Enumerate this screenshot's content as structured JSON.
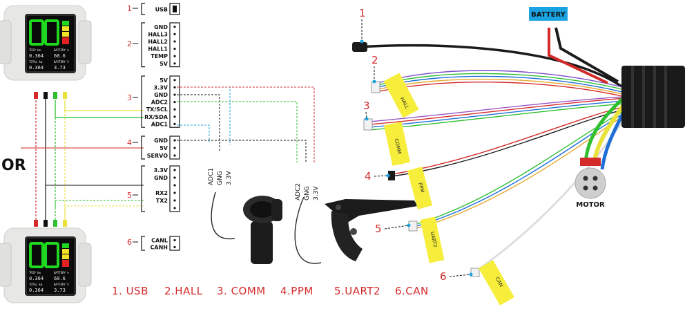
{
  "or_label": "OR",
  "groups": [
    {
      "num": "1",
      "pins": [
        "USB"
      ]
    },
    {
      "num": "2",
      "pins": [
        "GND",
        "HALL3",
        "HALL2",
        "HALL1",
        "TEMP",
        "5V"
      ]
    },
    {
      "num": "3",
      "pins": [
        "5V",
        "3.3V",
        "GND",
        "ADC2",
        "TX/SCL",
        "RX/SDA",
        "ADC1"
      ]
    },
    {
      "num": "4",
      "pins": [
        "GND",
        "5V",
        "SERVO"
      ]
    },
    {
      "num": "5",
      "pins": [
        "3.3V",
        "GND",
        "",
        "RX2",
        "TX2",
        ""
      ]
    },
    {
      "num": "6",
      "pins": [
        "CANL",
        "CANH"
      ]
    }
  ],
  "throttle_labels": [
    "ADC1",
    "GNG",
    "3.3V"
  ],
  "brake_labels": [
    "ADC2",
    "GNG",
    "3.3V"
  ],
  "legend": [
    "1. USB",
    "2.HALL",
    "3. COMM",
    "4.PPM",
    "5.UART2",
    "6.CAN"
  ],
  "controller": {
    "battery_label": "BATTERY",
    "motor_label": "MOTOR",
    "cable_numbers": [
      "1",
      "2",
      "3",
      "4",
      "5",
      "6"
    ],
    "cable_tags": [
      "HALL",
      "COMM",
      "PPM",
      "UART2",
      "CAN"
    ]
  },
  "display": {
    "digits": "00",
    "trip_label": "TRIP km",
    "battery_label": "BATTERY %",
    "trip_value": "0.364",
    "battery_value": "60.6",
    "total_label": "TOTAL km",
    "volt_label": "BATTERY V",
    "total_value": "0.364",
    "volt_value": "3.73"
  },
  "colors": {
    "red": "#d42a2a",
    "tag_yellow": "#f6ee3a",
    "battery_blue": "#1aa3e0",
    "screen_green": "#1ed71e"
  }
}
